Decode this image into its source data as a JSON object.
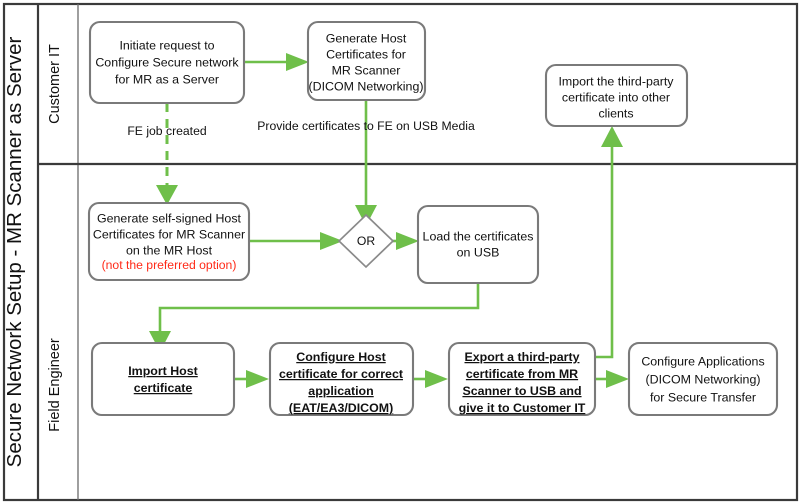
{
  "diagram": {
    "title": "Secure Network Setup - MR Scanner as Server",
    "colors": {
      "connector_green": "#6fbf4a",
      "box_border": "#7a7a7a",
      "frame": "#3a3a3a",
      "warning_red": "#ff2a18",
      "background": "#ffffff"
    },
    "lanes": [
      {
        "id": "customer-it",
        "label": "Customer IT"
      },
      {
        "id": "field-engineer",
        "label": "Field Engineer"
      }
    ],
    "nodes": [
      {
        "id": "initiate-request",
        "lane": "customer-it",
        "shape": "rounded-rect",
        "lines": [
          "Initiate request to",
          "Configure Secure network",
          "for MR as a Server"
        ]
      },
      {
        "id": "generate-host-certificates",
        "lane": "customer-it",
        "shape": "rounded-rect",
        "lines": [
          "Generate Host",
          "Certificates for",
          "MR Scanner",
          "(DICOM Networking)"
        ]
      },
      {
        "id": "import-third-party-other-clients",
        "lane": "customer-it",
        "shape": "rounded-rect",
        "lines": [
          "Import the third-party",
          "certificate into other",
          "clients"
        ]
      },
      {
        "id": "generate-self-signed",
        "lane": "field-engineer",
        "shape": "rounded-rect",
        "lines": [
          "Generate self-signed Host",
          "Certificates for MR Scanner",
          "on the MR Host"
        ],
        "warning_line": "(not the preferred option)"
      },
      {
        "id": "or-gateway",
        "lane": "field-engineer",
        "shape": "diamond",
        "lines": [
          "OR"
        ]
      },
      {
        "id": "load-certificates-usb",
        "lane": "field-engineer",
        "shape": "rounded-rect",
        "lines": [
          "Load the certificates",
          "on USB"
        ]
      },
      {
        "id": "import-host-certificate",
        "lane": "field-engineer",
        "shape": "rounded-rect",
        "emphasis": "bold-underline",
        "lines": [
          "Import Host",
          "certificate"
        ]
      },
      {
        "id": "configure-host-certificate",
        "lane": "field-engineer",
        "shape": "rounded-rect",
        "emphasis": "bold-underline",
        "lines": [
          "Configure Host",
          "certificate for correct",
          "application",
          "(EAT/EA3/DICOM)"
        ]
      },
      {
        "id": "export-third-party",
        "lane": "field-engineer",
        "shape": "rounded-rect",
        "emphasis": "bold-underline",
        "lines": [
          "Export a third-party",
          "certificate from MR",
          "Scanner to USB and",
          "give it to Customer IT"
        ]
      },
      {
        "id": "configure-applications",
        "lane": "field-engineer",
        "shape": "rounded-rect",
        "lines": [
          "Configure Applications",
          "(DICOM Networking)",
          "for Secure Transfer"
        ]
      }
    ],
    "edge_labels": [
      {
        "id": "fe-job-created",
        "text": "FE job created"
      },
      {
        "id": "provide-certificates",
        "text": "Provide certificates to FE on USB Media"
      }
    ]
  }
}
